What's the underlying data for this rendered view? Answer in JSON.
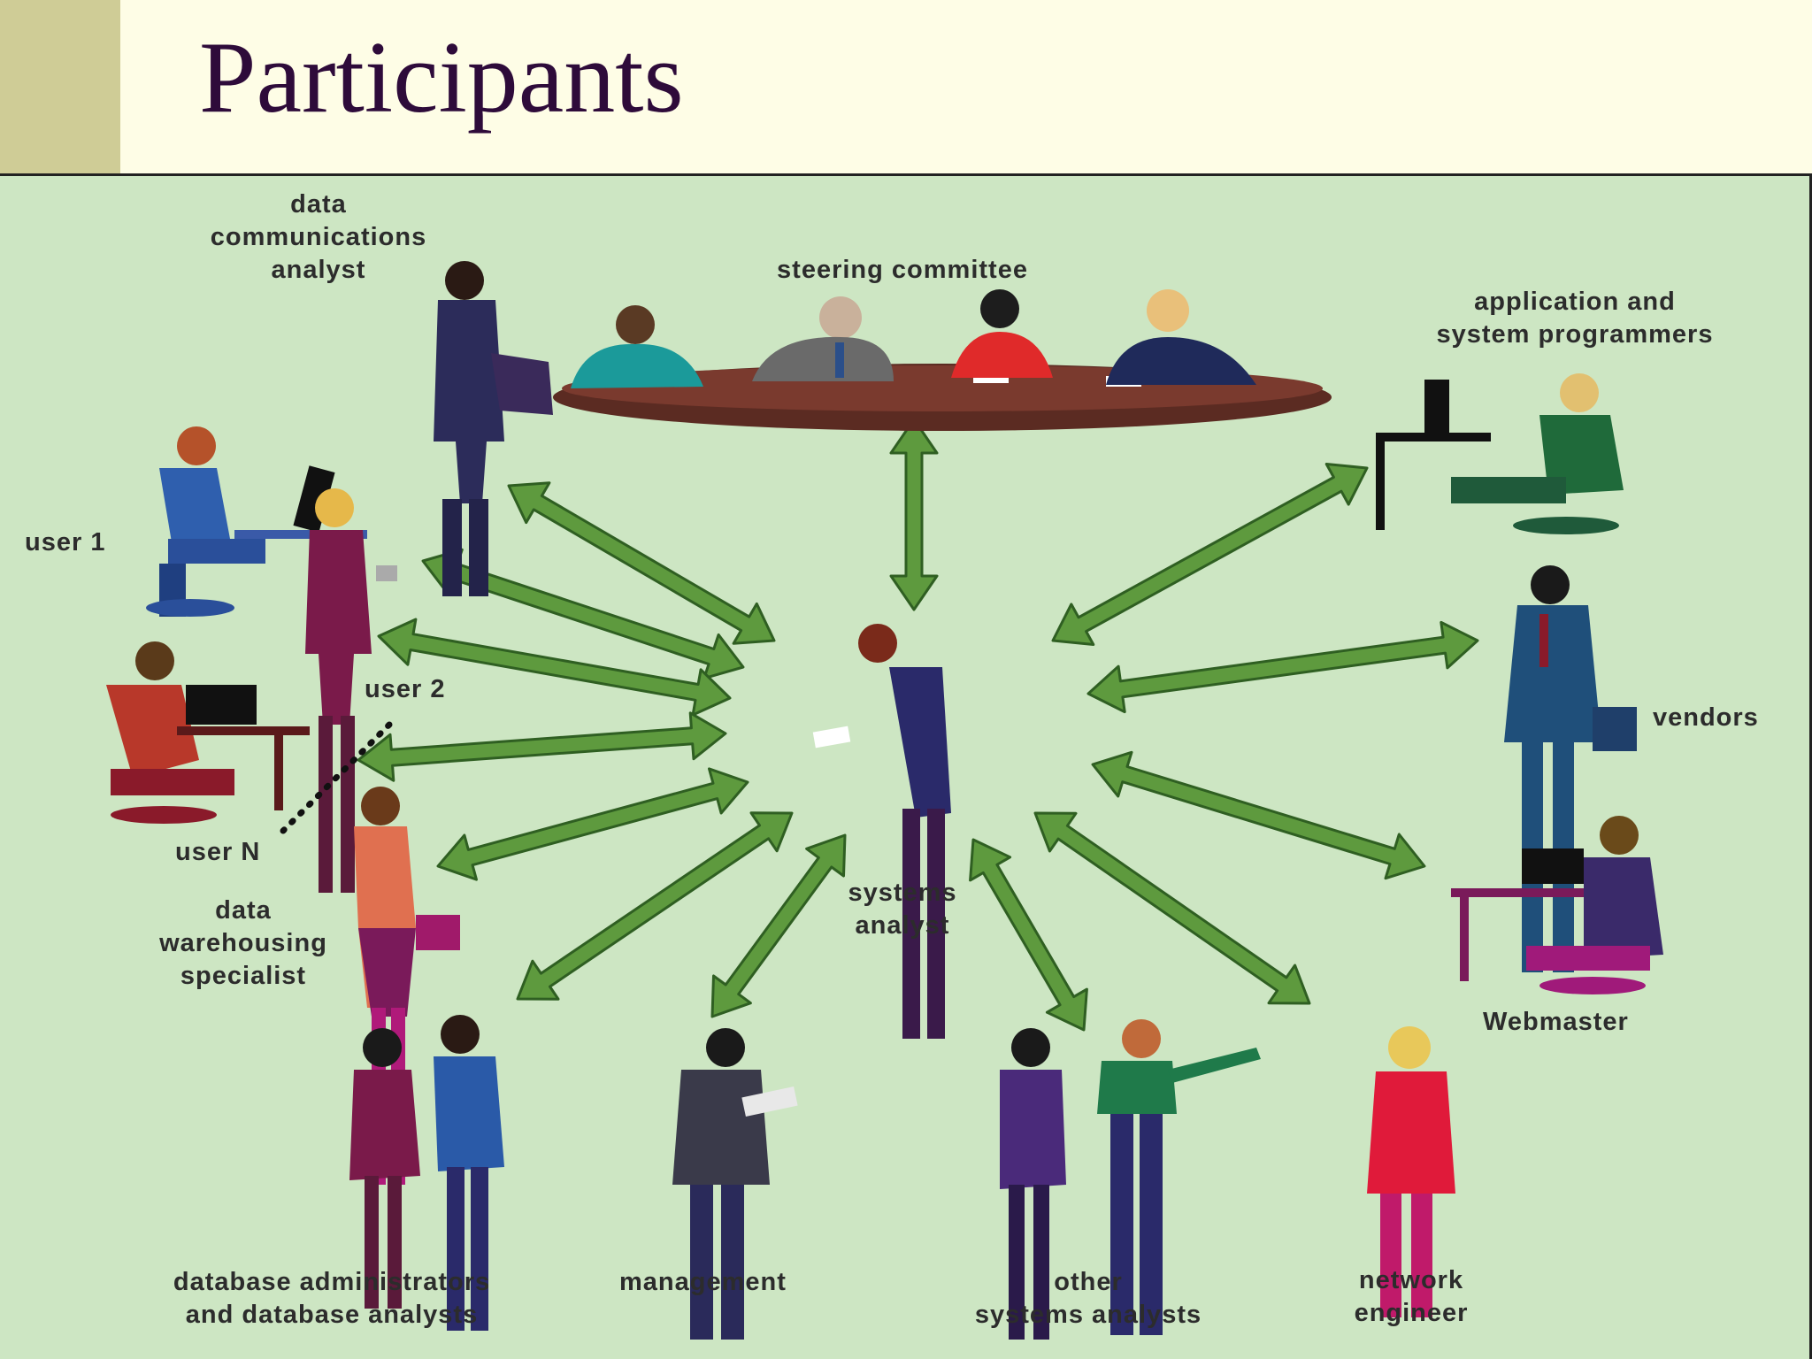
{
  "title": "Participants",
  "colors": {
    "slide_background": "#fefde6",
    "accent_bar": "#cfcc96",
    "title_text": "#2e0b3a",
    "diagram_background": "#cde6c3",
    "arrow_fill": "#5e9a3e",
    "arrow_stroke": "#2f5f22",
    "table": "#5b2b22"
  },
  "center_label": "systems\nanalyst",
  "participants": [
    {
      "id": "data-communications-analyst",
      "label": "data\ncommunications\nanalyst",
      "icon": "person-on-phone-icon"
    },
    {
      "id": "steering-committee",
      "label": "steering committee",
      "icon": "meeting-table-icon"
    },
    {
      "id": "application-and-system-programmers",
      "label": "application and\nsystem programmers",
      "icon": "person-at-computer-icon"
    },
    {
      "id": "user-1",
      "label": "user 1",
      "icon": "person-at-computer-icon"
    },
    {
      "id": "user-2",
      "label": "user 2",
      "icon": "standing-person-icon"
    },
    {
      "id": "user-n",
      "label": "user N",
      "icon": "person-at-computer-icon"
    },
    {
      "id": "data-warehousing-specialist",
      "label": "data\nwarehousing\nspecialist",
      "icon": "standing-person-icon"
    },
    {
      "id": "vendors",
      "label": "vendors",
      "icon": "person-with-briefcase-icon"
    },
    {
      "id": "webmaster",
      "label": "Webmaster",
      "icon": "person-at-computer-icon"
    },
    {
      "id": "database-administrators",
      "label": "database administrators\nand database analysts",
      "icon": "two-people-talking-icon"
    },
    {
      "id": "management",
      "label": "management",
      "icon": "person-reading-icon"
    },
    {
      "id": "other-systems-analysts",
      "label": "other\nsystems analysts",
      "icon": "two-people-talking-icon"
    },
    {
      "id": "network-engineer",
      "label": "network\nengineer",
      "icon": "standing-person-icon"
    }
  ]
}
